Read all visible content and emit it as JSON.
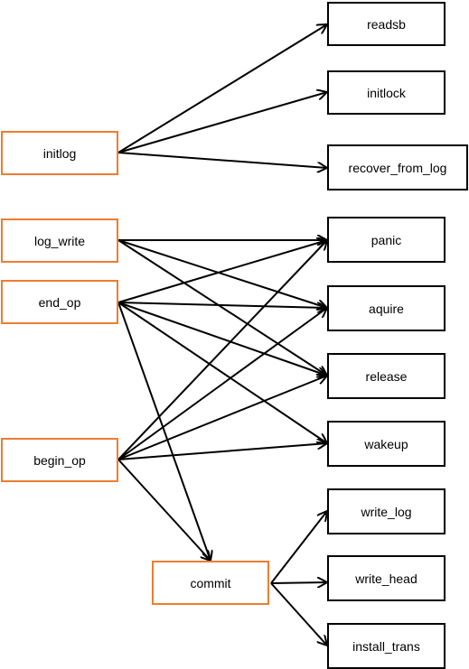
{
  "colors": {
    "caller_border": "#ED7D31",
    "callee_border": "#000000",
    "edge": "#000000"
  },
  "nodes": {
    "initlog": "initlog",
    "log_write": "log_write",
    "end_op": "end_op",
    "begin_op": "begin_op",
    "commit": "commit",
    "readsb": "readsb",
    "initlock": "initlock",
    "recover_from_log": "recover_from_log",
    "panic": "panic",
    "aquire": "aquire",
    "release": "release",
    "wakeup": "wakeup",
    "write_log": "write_log",
    "write_head": "write_head",
    "install_trans": "install_trans"
  },
  "edges": [
    [
      "initlog",
      "readsb"
    ],
    [
      "initlog",
      "initlock"
    ],
    [
      "initlog",
      "recover_from_log"
    ],
    [
      "log_write",
      "panic"
    ],
    [
      "log_write",
      "aquire"
    ],
    [
      "log_write",
      "release"
    ],
    [
      "end_op",
      "panic"
    ],
    [
      "end_op",
      "aquire"
    ],
    [
      "end_op",
      "release"
    ],
    [
      "end_op",
      "wakeup"
    ],
    [
      "end_op",
      "commit"
    ],
    [
      "begin_op",
      "panic"
    ],
    [
      "begin_op",
      "aquire"
    ],
    [
      "begin_op",
      "release"
    ],
    [
      "begin_op",
      "wakeup"
    ],
    [
      "begin_op",
      "commit"
    ],
    [
      "commit",
      "write_log"
    ],
    [
      "commit",
      "write_head"
    ],
    [
      "commit",
      "install_trans"
    ]
  ]
}
